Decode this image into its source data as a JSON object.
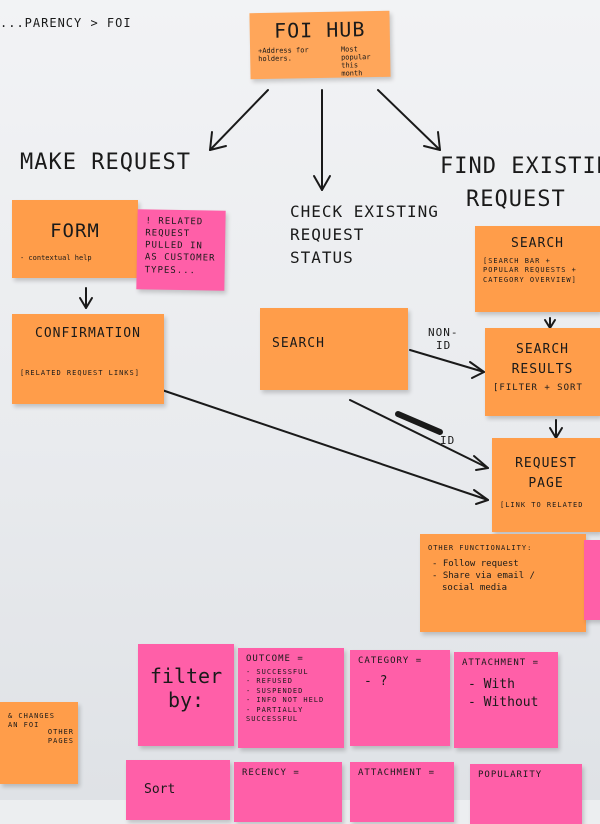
{
  "breadcrumb": "...PARENCY > FOI",
  "hub": {
    "title": "FOI HUB",
    "note_left": "+Address for holders.",
    "note_right": "Most popular this month"
  },
  "branches": {
    "make_request": "MAKE REQUEST",
    "check_status": [
      "CHECK EXISTING",
      "REQUEST",
      "STATUS"
    ],
    "find_existing": [
      "FIND EXISTIN",
      "REQUEST"
    ]
  },
  "notes": {
    "form": {
      "title": "FORM",
      "sub": "- contextual help"
    },
    "related": [
      "! RELATED",
      "REQUEST",
      "PULLED IN",
      "AS CUSTOMER",
      "TYPES..."
    ],
    "confirmation": {
      "title": "CONFIRMATION",
      "sub": "[RELATED REQUEST LINKS]"
    },
    "search_left": {
      "title": "SEARCH"
    },
    "search_right": {
      "title": "SEARCH",
      "sub1": "[SEARCH BAR +",
      "sub2": "POPULAR REQUESTS +",
      "sub3": "CATEGORY OVERVIEW]"
    },
    "search_results": {
      "title1": "SEARCH",
      "title2": "RESULTS",
      "sub": "[FILTER + SORT"
    },
    "request_page": {
      "title1": "REQUEST",
      "title2": "PAGE",
      "sub": "[link to RELATED"
    },
    "other": {
      "title": "OTHER FUNCTIONALITY:",
      "items": [
        "- Follow request",
        "- Share via email /",
        "social media"
      ]
    },
    "filter": {
      "title1": "filter",
      "title2": "by:"
    },
    "outcome": {
      "title": "OUTCOME =",
      "items": [
        "- SUCCESSFUL",
        "- REFUSED",
        "- SUSPENDED",
        "- INFO NOT HELD",
        "- PARTIALLY SUCCESSFUL"
      ]
    },
    "category": {
      "title": "CATEGORY =",
      "items": [
        "- ?"
      ]
    },
    "attachment": {
      "title": "ATTACHMENT =",
      "items": [
        "- With",
        "- Without"
      ]
    },
    "left_partial": [
      "& CHANGES",
      "AN FOI",
      "OTHER",
      "PAGES"
    ],
    "sort": {
      "title": "Sort"
    },
    "recency": {
      "title": "RECENCY ="
    },
    "attachment2": {
      "title": "ATTACHMENT ="
    },
    "popularity": {
      "title": "POPULARITY"
    }
  },
  "arrow_labels": {
    "non_id": [
      "non-",
      "ID"
    ],
    "id": "ID"
  },
  "colors": {
    "orange": "#ff9d4a",
    "pink": "#ff5fa8",
    "board": "#eceef0"
  }
}
